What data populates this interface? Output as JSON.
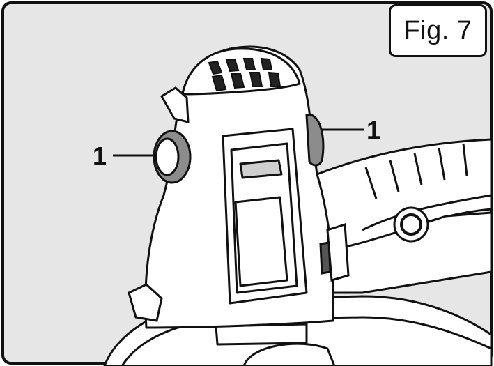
{
  "figure": {
    "label": "Fig. 7",
    "background_color": "#e6e6e6",
    "line_color": "#111111",
    "knob_color": "#8c8c8c"
  },
  "callouts": [
    {
      "number": "1",
      "side": "left"
    },
    {
      "number": "1",
      "side": "right"
    }
  ]
}
